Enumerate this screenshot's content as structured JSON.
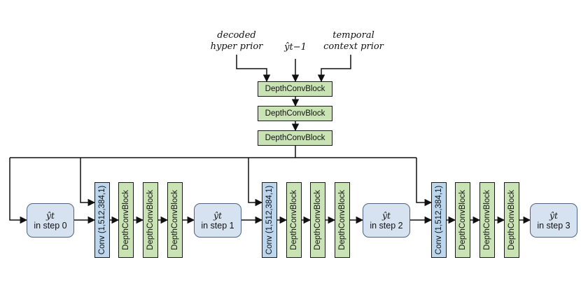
{
  "inputs": {
    "hyper_prior": [
      "decoded",
      "hyper prior"
    ],
    "prev_latent": "ŷt−1",
    "temporal_prior": [
      "temporal",
      "context prior"
    ]
  },
  "prior_fusion": [
    "DepthConvBlock",
    "DepthConvBlock",
    "DepthConvBlock"
  ],
  "conv_label": "Conv (1,512,384,1)",
  "stage_block_label": "DepthConvBlock",
  "states": [
    {
      "symbol": "ŷt",
      "step": "in step 0"
    },
    {
      "symbol": "ŷt",
      "step": "in step 1"
    },
    {
      "symbol": "ŷt",
      "step": "in step 2"
    },
    {
      "symbol": "ŷt",
      "step": "in step 3"
    }
  ],
  "colors": {
    "green_block": "#c9e3b4",
    "blue_block": "#bcd6ee",
    "state_box": "#d6e2ef"
  }
}
